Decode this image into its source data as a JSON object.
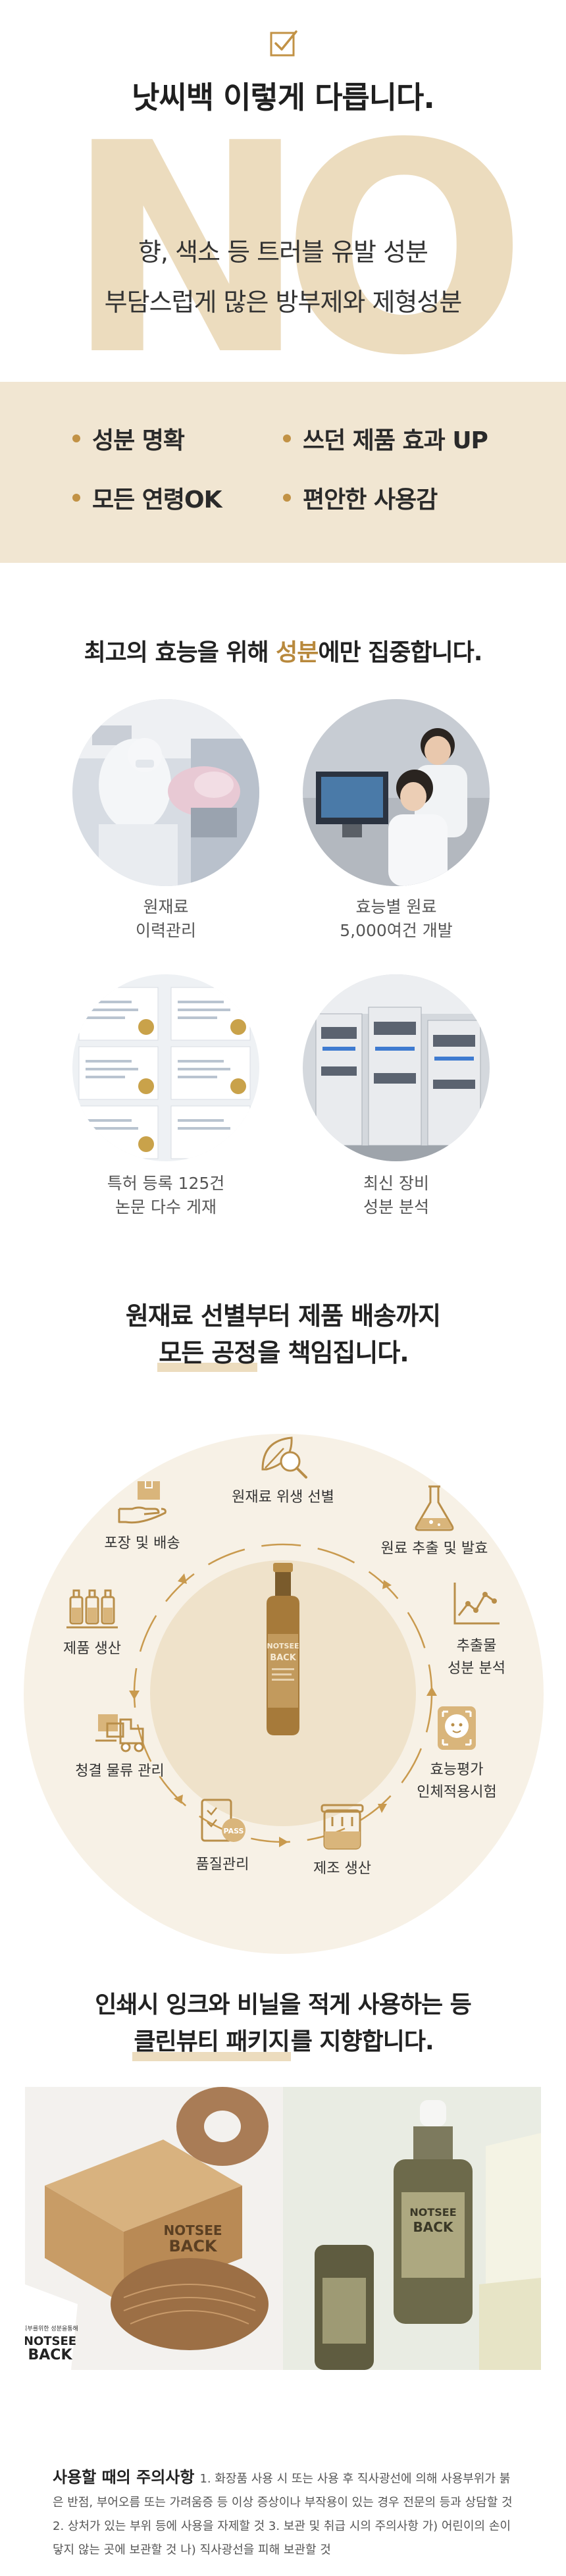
{
  "header": {
    "title": "낫씨백 이렇게 다릅니다.",
    "big_word": "NO",
    "lines": [
      "향, 색소 등 트러블 유발 성분",
      "부담스럽게 많은 방부제와 제형성분"
    ]
  },
  "benefits": [
    "성분 명확",
    "쓰던 제품 효과 UP",
    "모든 연령OK",
    "편안한 사용감"
  ],
  "focus": {
    "title_before": "최고의 효능을 위해 ",
    "title_accent": "성분",
    "title_after": "에만 집중합니다.",
    "items": [
      {
        "line1": "원재료",
        "line2": "이력관리"
      },
      {
        "line1": "효능별 원료",
        "line2": "5,000여건 개발"
      },
      {
        "line1": "특허 등록 125건",
        "line2": "논문 다수 게재"
      },
      {
        "line1": "최신 장비",
        "line2": "성분 분석"
      }
    ]
  },
  "process": {
    "title_line1": "원재료 선별부터 제품 배송까지",
    "title_line2_underlined": "모든 공정",
    "title_line2_rest": "을 책임집니다.",
    "steps": [
      {
        "line1": "원재료 위생 선별",
        "line2": ""
      },
      {
        "line1": "원료 추출 및 발효",
        "line2": ""
      },
      {
        "line1": "추출물",
        "line2": "성분 분석"
      },
      {
        "line1": "효능평가",
        "line2": "인체적용시험"
      },
      {
        "line1": "제조 생산",
        "line2": ""
      },
      {
        "line1": "품질관리",
        "line2": ""
      },
      {
        "line1": "청결 물류 관리",
        "line2": ""
      },
      {
        "line1": "제품 생산",
        "line2": ""
      },
      {
        "line1": "포장 및 배송",
        "line2": ""
      }
    ],
    "bottle_label_1": "NOTSEE",
    "bottle_label_2": "BACK",
    "pass_badge": "PASS"
  },
  "packaging": {
    "title_line1": "인쇄시 잉크와 비닐을 적게 사용하는 등",
    "title_line2_underlined": "클린뷰티 패키지",
    "title_line2_rest": "를 지향합니다.",
    "box_brand_1": "NOTSEE",
    "box_brand_2": "BACK",
    "box_small_text": "피부를위한 성분을통해"
  },
  "caution": {
    "heading": "사용할 때의 주의사항",
    "body": "1. 화장품 사용 시 또는 사용 후 직사광선에 의해 사용부위가 붉은 반점, 부어오름 또는 가려움증 등 이상 증상이나 부작용이 있는 경우 전문의 등과 상담할 것 2. 상처가 있는 부위 등에 사용을 자제할 것 3. 보관 및 취급 시의 주의사항 가) 어린이의 손이 닿지 않는 곳에 보관할 것 나) 직사광선을 피해 보관할 것"
  },
  "colors": {
    "accent": "#c29245",
    "beige_band": "#f1e6d2",
    "big_no": "#ecdcbe",
    "circle_bg": "#f7f1e6"
  }
}
